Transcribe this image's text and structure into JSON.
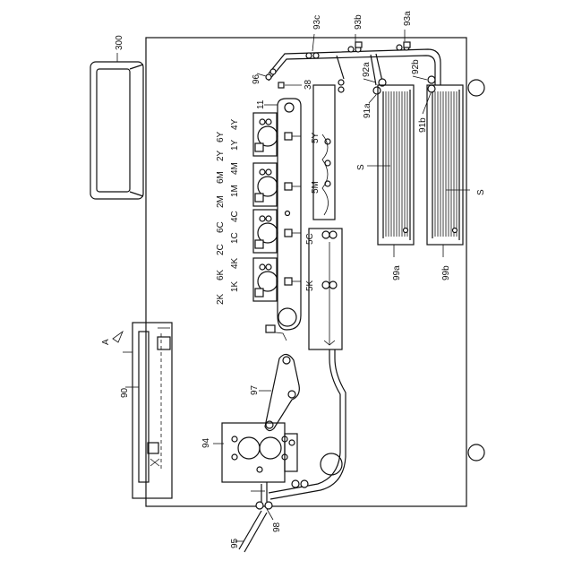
{
  "labels": {
    "computer": "300",
    "scanner_arrow": "A",
    "scanner": "90",
    "fixer": "94",
    "exit_tray": "95",
    "exit_roller": "98",
    "belt_unit": "97",
    "transfer_belt": "11",
    "sensor_96": "96",
    "sensor_38": "38",
    "path_93c": "93c",
    "path_93b": "93b",
    "path_93a": "93a",
    "feed_92a": "92a",
    "feed_92b": "92b",
    "feed_91a": "91a",
    "feed_91b": "91b",
    "sheet_a": "S",
    "sheet_b": "S",
    "cassette_a": "99a",
    "cassette_b": "99b",
    "y_4": "4Y",
    "y_6": "6Y",
    "y_1": "1Y",
    "y_2": "2Y",
    "y_5": "5Y",
    "m_4": "4M",
    "m_6": "6M",
    "m_1": "1M",
    "m_2": "2M",
    "m_5": "5M",
    "c_4": "4C",
    "c_6": "6C",
    "c_1": "1C",
    "c_2": "2C",
    "c_5": "5C",
    "k_4": "4K",
    "k_6": "6K",
    "k_1": "1K",
    "k_2": "2K",
    "k_5": "5K"
  }
}
